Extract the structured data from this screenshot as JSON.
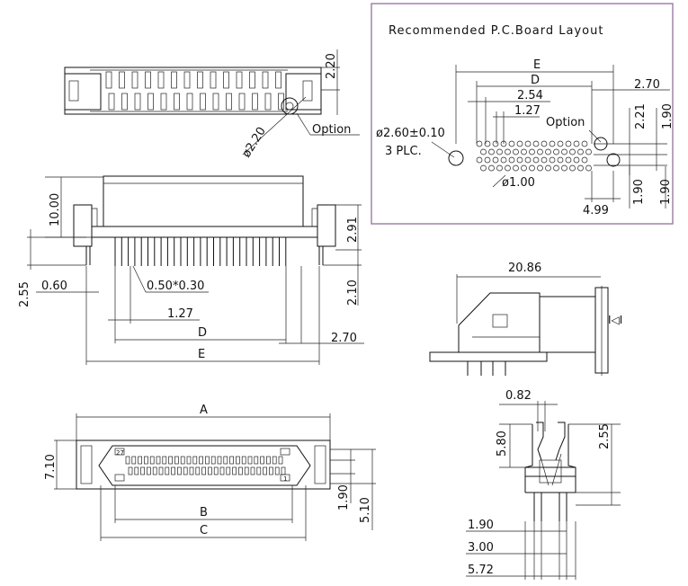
{
  "title": "Recommended P.C.Board Layout",
  "colors": {
    "line": "#111111",
    "frame": "#9b7aa6",
    "background": "#ffffff"
  },
  "top_view": {
    "dim_height": "2.20",
    "dim_hole": "ø2.20",
    "option": "Option"
  },
  "front_view": {
    "dim_body": "10.00",
    "dim_2_91": "2.91",
    "dim_2_10": "2.10",
    "dim_2_55": "2.55",
    "dim_0_60": "0.60",
    "pin_size": "0.50*0.30",
    "pitch": "1.27",
    "D": "D",
    "E": "E",
    "dim_2_70": "2.70"
  },
  "pcb_layout": {
    "E": "E",
    "D": "D",
    "dim_2_70": "2.70",
    "dim_2_54": "2.54",
    "dim_1_27": "1.27",
    "option": "Option",
    "dim_2_21": "2.21",
    "dim_1_90_a": "1.90",
    "hole_big": "ø2.60±0.10",
    "hole_count": "3 PLC.",
    "hole_small": "ø1.00",
    "dim_1_90_b": "1.90",
    "dim_1_90_c": "1.90",
    "dim_4_99": "4.99"
  },
  "side_view": {
    "dim_width": "20.86"
  },
  "bottom_view": {
    "A": "A",
    "B": "B",
    "C": "C",
    "dim_7_10": "7.10",
    "dim_1_90": "1.90",
    "dim_5_10": "5.10",
    "pin_top": "27",
    "pin_bottom": "1"
  },
  "contact_detail": {
    "dim_0_82": "0.82",
    "dim_5_80": "5.80",
    "dim_2_55": "2.55",
    "dim_1_90": "1.90",
    "dim_3_00": "3.00",
    "dim_5_72": "5.72"
  }
}
